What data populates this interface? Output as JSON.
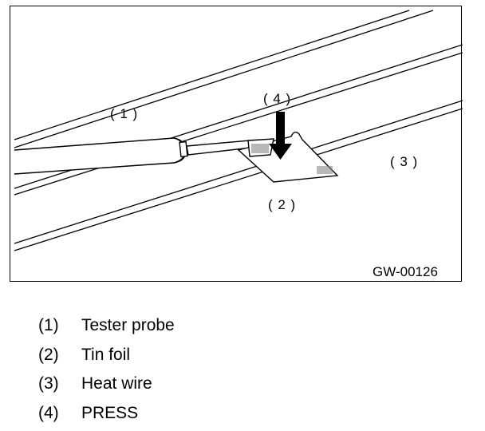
{
  "figure": {
    "id": "GW-00126",
    "callouts": {
      "c1": "( 1 )",
      "c2": "( 2 )",
      "c3": "( 3 )",
      "c4": "( 4 )"
    }
  },
  "legend": [
    {
      "num": "(1)",
      "label": "Tester probe"
    },
    {
      "num": "(2)",
      "label": "Tin foil"
    },
    {
      "num": "(3)",
      "label": "Heat wire"
    },
    {
      "num": "(4)",
      "label": "PRESS"
    }
  ]
}
